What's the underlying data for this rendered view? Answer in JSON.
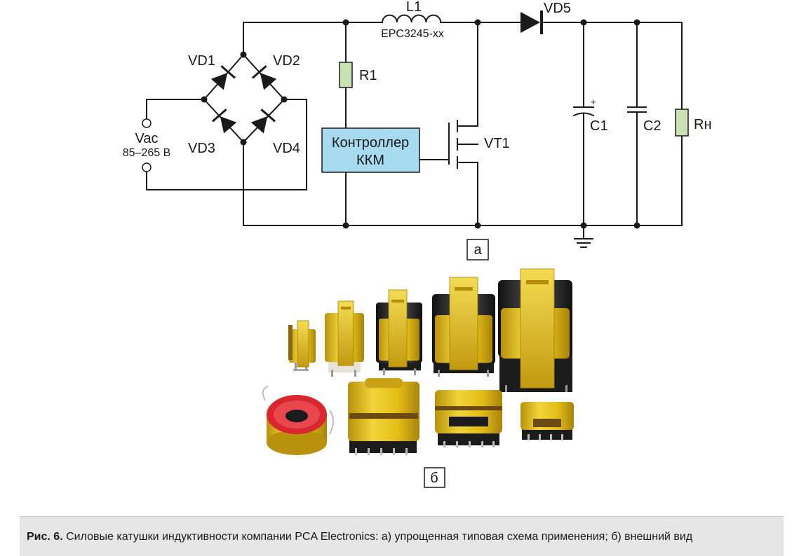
{
  "schematic": {
    "inductor_label": "L1",
    "inductor_part": "EPC3245-xx",
    "diode_vd5": "VD5",
    "vd1": "VD1",
    "vd2": "VD2",
    "vd3": "VD3",
    "vd4": "VD4",
    "resistor_r1": "R1",
    "source_label": "Vac",
    "source_range": "85–265 В",
    "controller_line1": "Контроллер",
    "controller_line2": "ККМ",
    "transistor": "VT1",
    "cap_c1": "C1",
    "cap_c1_polarity": "+",
    "cap_c2": "C2",
    "load": "Rн",
    "panel_a": "а"
  },
  "photo": {
    "panel_b": "б",
    "description_icon": "inductor-components-photo"
  },
  "caption": {
    "prefix": "Рис. 6.",
    "text": " Силовые катушки индуктивности компании PCA Electronics: а) упрощенная типовая схема применения; б) внешний вид"
  },
  "colors": {
    "controller_fill": "#a8daf0",
    "resistor_fill": "#c9e2b4",
    "coil_yellow": "#e6c21a",
    "toroid_red": "#d8272e"
  }
}
